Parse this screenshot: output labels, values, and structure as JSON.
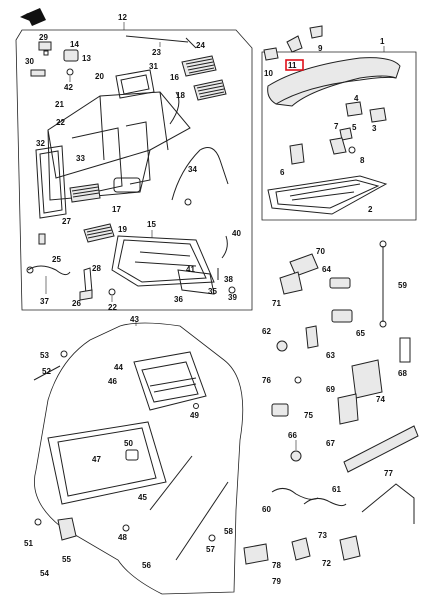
{
  "diagram": {
    "type": "exploded-parts-diagram",
    "highlighted_callout": "11",
    "highlight_color": "#e0101a",
    "line_color": "#222222"
  },
  "callouts": {
    "c1": "1",
    "c2": "2",
    "c3": "3",
    "c4": "4",
    "c5": "5",
    "c6": "6",
    "c7": "7",
    "c8": "8",
    "c9": "9",
    "c10": "10",
    "c11": "11",
    "c12": "12",
    "c13": "13",
    "c14": "14",
    "c15": "15",
    "c16": "16",
    "c17": "17",
    "c18": "18",
    "c19": "19",
    "c20": "20",
    "c21": "21",
    "c22": "22",
    "c23": "23",
    "c24": "24",
    "c25": "25",
    "c26": "26",
    "c27": "27",
    "c28": "28",
    "c29": "29",
    "c30": "30",
    "c31": "31",
    "c32": "32",
    "c33": "33",
    "c34": "34",
    "c35": "35",
    "c36": "36",
    "c37": "37",
    "c38": "38",
    "c39": "39",
    "c40": "40",
    "c41": "41",
    "c42": "42",
    "c43": "43",
    "c44": "44",
    "c45": "45",
    "c46": "46",
    "c47": "47",
    "c48": "48",
    "c49": "49",
    "c50": "50",
    "c51": "51",
    "c52": "52",
    "c53": "53",
    "c54": "54",
    "c55": "55",
    "c56": "56",
    "c57": "57",
    "c58": "58",
    "c59": "59",
    "c60": "60",
    "c61": "61",
    "c62": "62",
    "c63": "63",
    "c64": "64",
    "c65": "65",
    "c66": "66",
    "c67": "67",
    "c68": "68",
    "c69": "69",
    "c70": "70",
    "c71": "71",
    "c72": "72",
    "c73": "73",
    "c74": "74",
    "c75": "75",
    "c76": "76",
    "c77": "77",
    "c78": "78",
    "c79": "79"
  }
}
